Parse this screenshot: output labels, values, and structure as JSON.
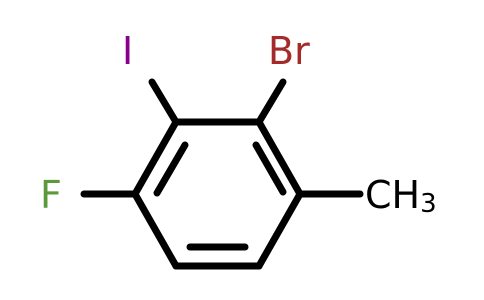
{
  "molecule": {
    "atoms": {
      "bromine": {
        "label": "Br",
        "color": "#a52a2a"
      },
      "iodine": {
        "label": "I",
        "color": "#8b008b"
      },
      "fluorine": {
        "label": "F",
        "color": "#5b9a3b"
      },
      "methyl": {
        "main": "CH",
        "subscript": "3",
        "color": "#000000"
      }
    },
    "bond_color": "#000000"
  }
}
